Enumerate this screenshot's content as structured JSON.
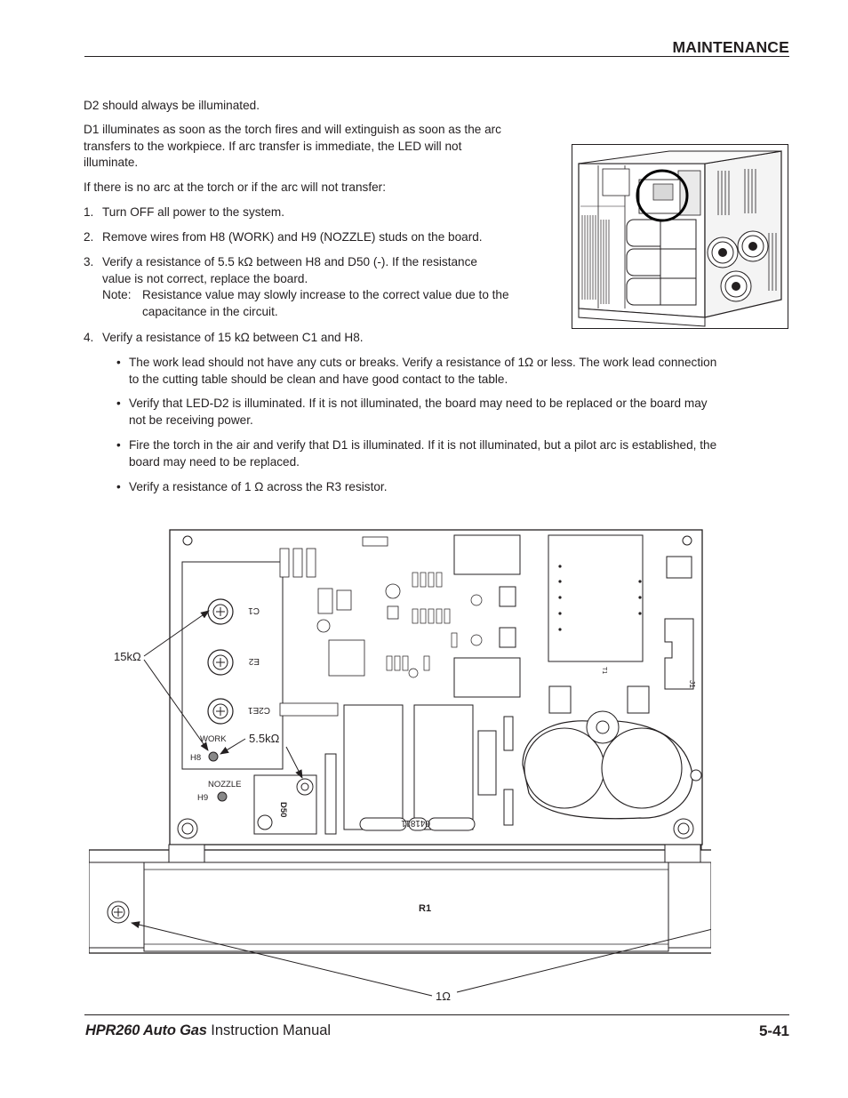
{
  "header": {
    "section_title": "MAINTENANCE"
  },
  "intro": {
    "p1": "D2 should always be illuminated.",
    "p2_lines": [
      "D1 illuminates as soon as the torch fires and will extinguish as soon as the arc",
      "transfers to the workpiece. If arc transfer is immediate, the LED will not",
      "illuminate."
    ],
    "p3": "If there is no arc at the torch or if the arc will not transfer:"
  },
  "steps": [
    {
      "num": "1.",
      "lines": [
        "Turn OFF all power to the system."
      ]
    },
    {
      "num": "2.",
      "lines": [
        "Remove wires from H8 (WORK) and H9 (NOZZLE) studs on the board."
      ]
    },
    {
      "num": "3.",
      "lines": [
        "Verify a resistance of 5.5 kΩ between H8 and D50 (-). If the resistance",
        "value is not correct, replace the board."
      ],
      "note_label": "Note:",
      "note_lines": [
        "Resistance value may slowly increase to the correct value due to the",
        "capacitance in the circuit."
      ]
    },
    {
      "num": "4.",
      "lines": [
        "Verify a resistance of 15 kΩ between C1 and H8."
      ]
    }
  ],
  "bullets": [
    {
      "lines": [
        "The work lead should not have any cuts or breaks. Verify a resistance of 1Ω or less. The work lead connection",
        "to the cutting table should be clean and have good contact to the table."
      ]
    },
    {
      "lines": [
        "Verify that LED-D2 is illuminated. If it is not illuminated, the board may need to be replaced or the board may",
        "not be receiving power."
      ]
    },
    {
      "lines": [
        "Fire the torch in the air and verify that D1 is illuminated. If it is not illuminated, but a pilot arc is established, the",
        "board may need to be replaced."
      ]
    },
    {
      "lines": [
        "Verify a resistance of 1 Ω across the R3 resistor."
      ]
    }
  ],
  "board_diagram": {
    "callout_15k": "15kΩ",
    "callout_5_5k": "5.5kΩ",
    "callout_1ohm": "1Ω",
    "resistor_label": "R1",
    "label_work": "WORK",
    "label_h8": "H8",
    "label_nozzle": "NOZZLE",
    "label_h9": "H9",
    "label_c1": "C1",
    "label_e2": "E2",
    "label_c2e1": "C2E1",
    "label_d50": "D50",
    "label_j1": "J1",
    "label_t1": "T1",
    "label_assembly": "041811"
  },
  "footer": {
    "product": "HPR260 Auto Gas",
    "manual": " Instruction Manual",
    "page": "5-41"
  },
  "colors": {
    "ink": "#231f20",
    "rule": "#231f20"
  }
}
